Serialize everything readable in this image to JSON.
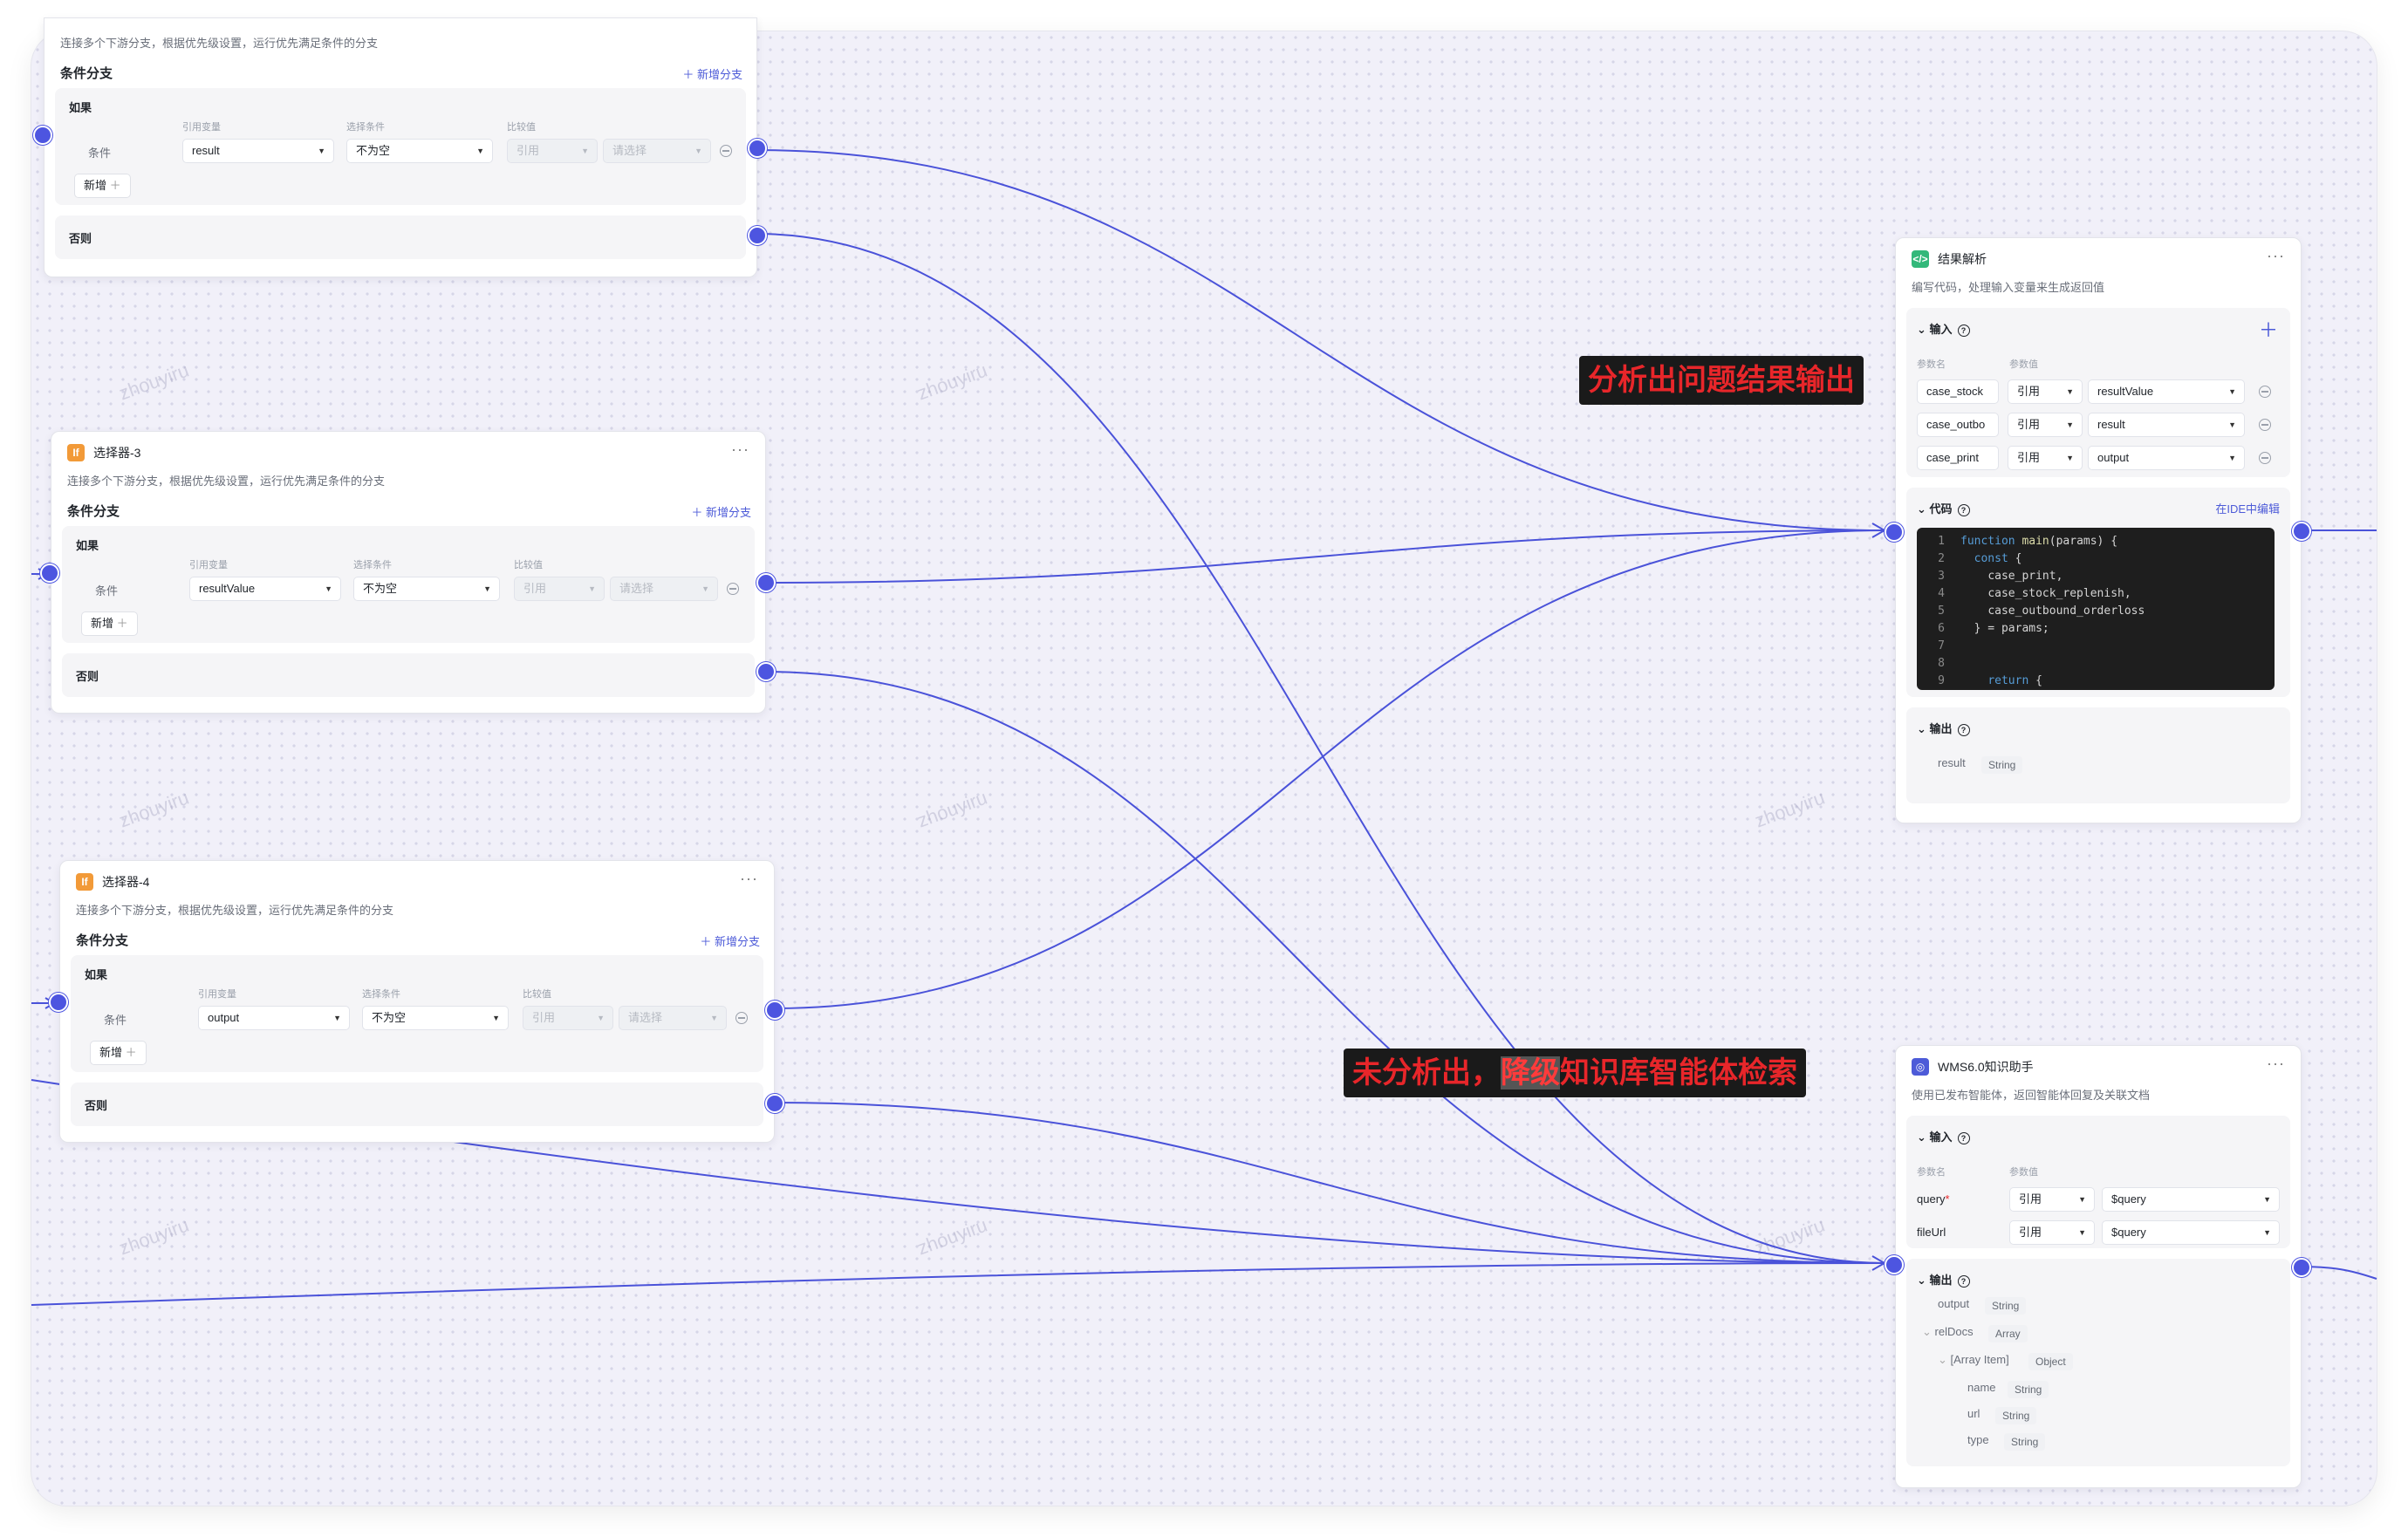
{
  "nodes": {
    "selector_top": {
      "desc": "连接多个下游分支，根据优先级设置，运行优先满足条件的分支",
      "section": "条件分支",
      "add_branch": "新增分支",
      "if_label": "如果",
      "condition_label": "条件",
      "col_ref": "引用变量",
      "col_cond": "选择条件",
      "col_cmp": "比较值",
      "ref_value": "result",
      "cond_value": "不为空",
      "cmp_type": "引用",
      "cmp_placeholder": "请选择",
      "add_btn": "新增",
      "else_label": "否则"
    },
    "selector_3": {
      "title": "选择器-3",
      "desc": "连接多个下游分支，根据优先级设置，运行优先满足条件的分支",
      "section": "条件分支",
      "add_branch": "新增分支",
      "if_label": "如果",
      "condition_label": "条件",
      "col_ref": "引用变量",
      "col_cond": "选择条件",
      "col_cmp": "比较值",
      "ref_value": "resultValue",
      "cond_value": "不为空",
      "cmp_type": "引用",
      "cmp_placeholder": "请选择",
      "add_btn": "新增",
      "else_label": "否则"
    },
    "selector_4": {
      "title": "选择器-4",
      "desc": "连接多个下游分支，根据优先级设置，运行优先满足条件的分支",
      "section": "条件分支",
      "add_branch": "新增分支",
      "if_label": "如果",
      "condition_label": "条件",
      "col_ref": "引用变量",
      "col_cond": "选择条件",
      "col_cmp": "比较值",
      "ref_value": "output",
      "cond_value": "不为空",
      "cmp_type": "引用",
      "cmp_placeholder": "请选择",
      "add_btn": "新增",
      "else_label": "否则"
    },
    "result_parse": {
      "title": "结果解析",
      "desc": "编写代码，处理输入变量来生成返回值",
      "input_label": "输入",
      "col_name": "参数名",
      "col_value": "参数值",
      "inputs": [
        {
          "name": "case_stock",
          "type": "引用",
          "value": "resultValue"
        },
        {
          "name": "case_outbo",
          "type": "引用",
          "value": "result"
        },
        {
          "name": "case_print",
          "type": "引用",
          "value": "output"
        }
      ],
      "code_label": "代码",
      "ide_link": "在IDE中编辑",
      "code_lines": [
        {
          "n": "1",
          "pre": "",
          "kw": "function ",
          "fn": "main",
          "rest": "(params) {"
        },
        {
          "n": "2",
          "pre": "  ",
          "kw": "const ",
          "fn": "",
          "rest": "{"
        },
        {
          "n": "3",
          "pre": "    ",
          "kw": "",
          "fn": "",
          "rest": "case_print,"
        },
        {
          "n": "4",
          "pre": "    ",
          "kw": "",
          "fn": "",
          "rest": "case_stock_replenish,"
        },
        {
          "n": "5",
          "pre": "    ",
          "kw": "",
          "fn": "",
          "rest": "case_outbound_orderloss"
        },
        {
          "n": "6",
          "pre": "  ",
          "kw": "",
          "fn": "",
          "rest": "} = params;"
        },
        {
          "n": "7",
          "pre": "",
          "kw": "",
          "fn": "",
          "rest": ""
        },
        {
          "n": "8",
          "pre": "",
          "kw": "",
          "fn": "",
          "rest": ""
        },
        {
          "n": "9",
          "pre": "    ",
          "kw": "return ",
          "fn": "",
          "rest": "{"
        }
      ],
      "output_label": "输出",
      "output_name": "result",
      "output_type": "String"
    },
    "wms_agent": {
      "title": "WMS6.0知识助手",
      "desc": "使用已发布智能体，返回智能体回复及关联文档",
      "input_label": "输入",
      "col_name": "参数名",
      "col_value": "参数值",
      "inputs": [
        {
          "name": "query",
          "required": "*",
          "type": "引用",
          "value": "$query"
        },
        {
          "name": "fileUrl",
          "required": "",
          "type": "引用",
          "value": "$query"
        }
      ],
      "output_label": "输出",
      "outputs": [
        {
          "name": "output",
          "type": "String"
        },
        {
          "name": "relDocs",
          "type": "Array"
        },
        {
          "name": "[Array Item]",
          "type": "Object"
        },
        {
          "name": "name",
          "type": "String"
        },
        {
          "name": "url",
          "type": "String"
        },
        {
          "name": "type",
          "type": "String"
        }
      ]
    }
  },
  "callouts": {
    "analysis_found": "分析出问题结果输出",
    "analysis_missing_a": "未分析出，",
    "analysis_missing_b": "降级",
    "analysis_missing_c": "知识库智能体检索"
  },
  "watermark": "zhouyiru",
  "colors": {
    "accent": "#4d5bd8",
    "edge": "#4a52d9",
    "callout_text": "#e8262a",
    "if_badge": "#f29a38",
    "code_badge": "#33b87a"
  }
}
